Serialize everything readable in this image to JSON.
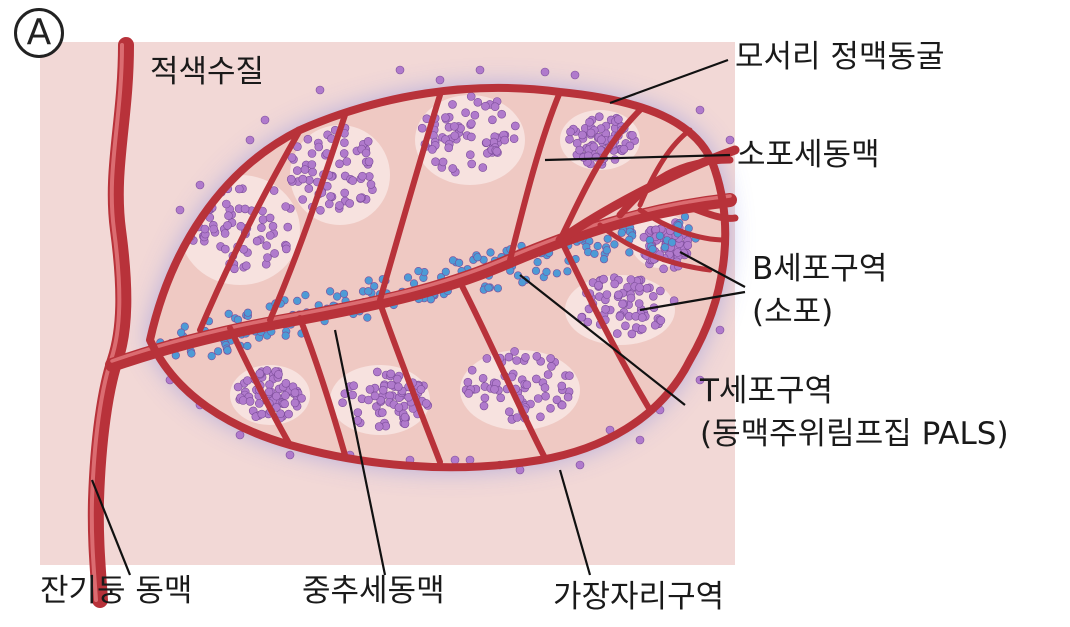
{
  "panel_label": "A",
  "labels": {
    "red_pulp": "적색수질",
    "marginal_sinus": "모서리 정맥동굴",
    "penicillar_arteriole": "소포세동맥",
    "b_cell_zone_line1": "B세포구역",
    "b_cell_zone_line2": "(소포)",
    "t_cell_zone_line1": "T세포구역",
    "t_cell_zone_line2": "(동맥주위림프집 PALS)",
    "trabecular_artery": "잔기둥 동맥",
    "central_arteriole": "중추세동맥",
    "marginal_zone": "가장자리구역"
  },
  "colors": {
    "background_tissue": "#f2d8d6",
    "lymph_nodule": "#e9b7b0",
    "vessel": "#b8323a",
    "vessel_highlight": "#e0737a",
    "b_cell": "#b07acc",
    "t_cell": "#4d9bd6",
    "halo": "#7a85d8",
    "leader_line": "#111111"
  }
}
